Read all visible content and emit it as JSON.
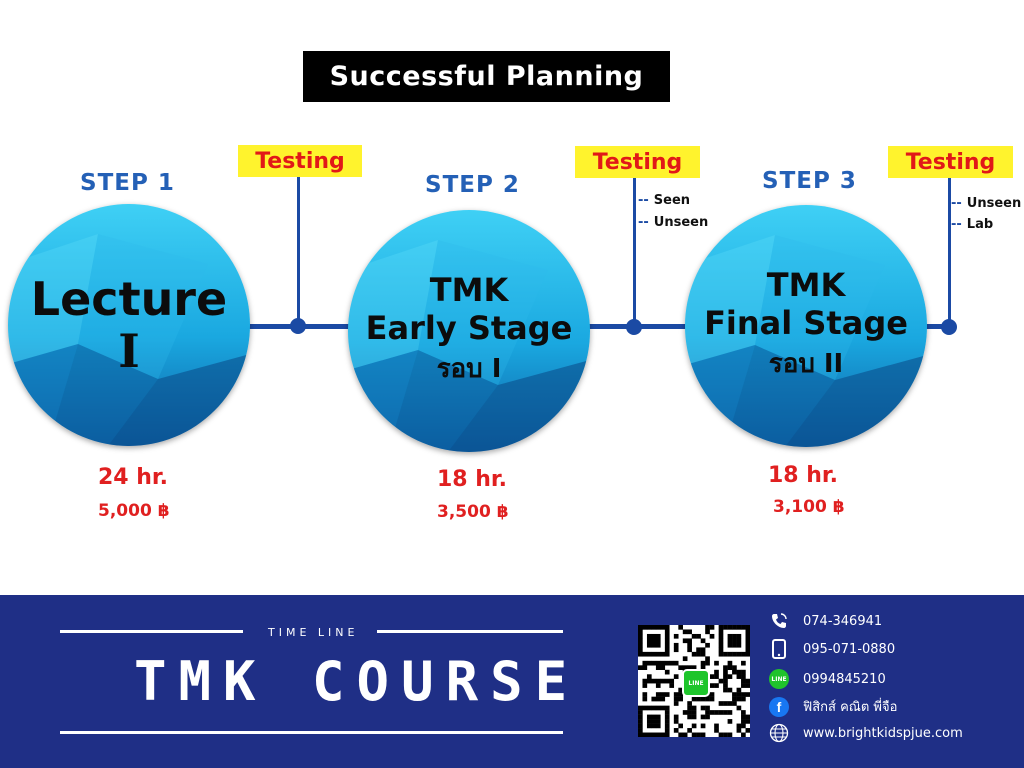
{
  "title": "Successful Planning",
  "steps": [
    {
      "step_label": "STEP 1",
      "circle_lines": [
        "Lecture",
        "I"
      ],
      "hours": "24 hr.",
      "price": "5,000 ฿",
      "testing": "Testing",
      "tests": []
    },
    {
      "step_label": "STEP 2",
      "circle_lines": [
        "TMK",
        "Early Stage",
        "รอบ I"
      ],
      "hours": "18 hr.",
      "price": "3,500 ฿",
      "testing": "Testing",
      "tests": [
        "Seen",
        "Unseen"
      ]
    },
    {
      "step_label": "STEP 3",
      "circle_lines": [
        "TMK",
        "Final Stage",
        "รอบ II"
      ],
      "hours": "18 hr.",
      "price": "3,100 ฿",
      "testing": "Testing",
      "tests": [
        "Unseen",
        "Lab"
      ]
    }
  ],
  "footer": {
    "timeline_label": "TIME LINE",
    "course_title": "TMK COURSE",
    "contacts": [
      {
        "icon": "phone-call-icon",
        "text": "074-346941"
      },
      {
        "icon": "mobile-phone-icon",
        "text": "095-071-0880"
      },
      {
        "icon": "line-app-icon",
        "text": "0994845210"
      },
      {
        "icon": "facebook-icon",
        "text": "ฟิสิกส์ คณิต พี่จือ"
      },
      {
        "icon": "globe-icon",
        "text": "www.brightkidspjue.com"
      }
    ],
    "qr_badge": "LINE"
  },
  "colors": {
    "accent": "#1b4aa4",
    "testing_bg": "#fff32d",
    "testing_text": "#e11818",
    "price": "#e02020",
    "footer_bg": "#1f2f86",
    "step_label": "#2460b6"
  }
}
